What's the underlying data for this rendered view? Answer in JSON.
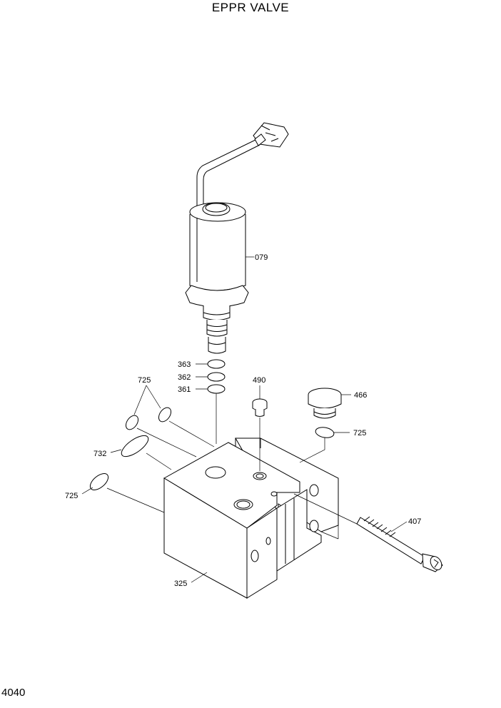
{
  "title": "EPPR VALVE",
  "page_number": "4040",
  "callouts": {
    "c079": "079",
    "c363": "363",
    "c362": "362",
    "c361": "361",
    "c725_top": "725",
    "c490": "490",
    "c466": "466",
    "c725_right": "725",
    "c732": "732",
    "c725_left": "725",
    "c407": "407",
    "c325": "325"
  }
}
